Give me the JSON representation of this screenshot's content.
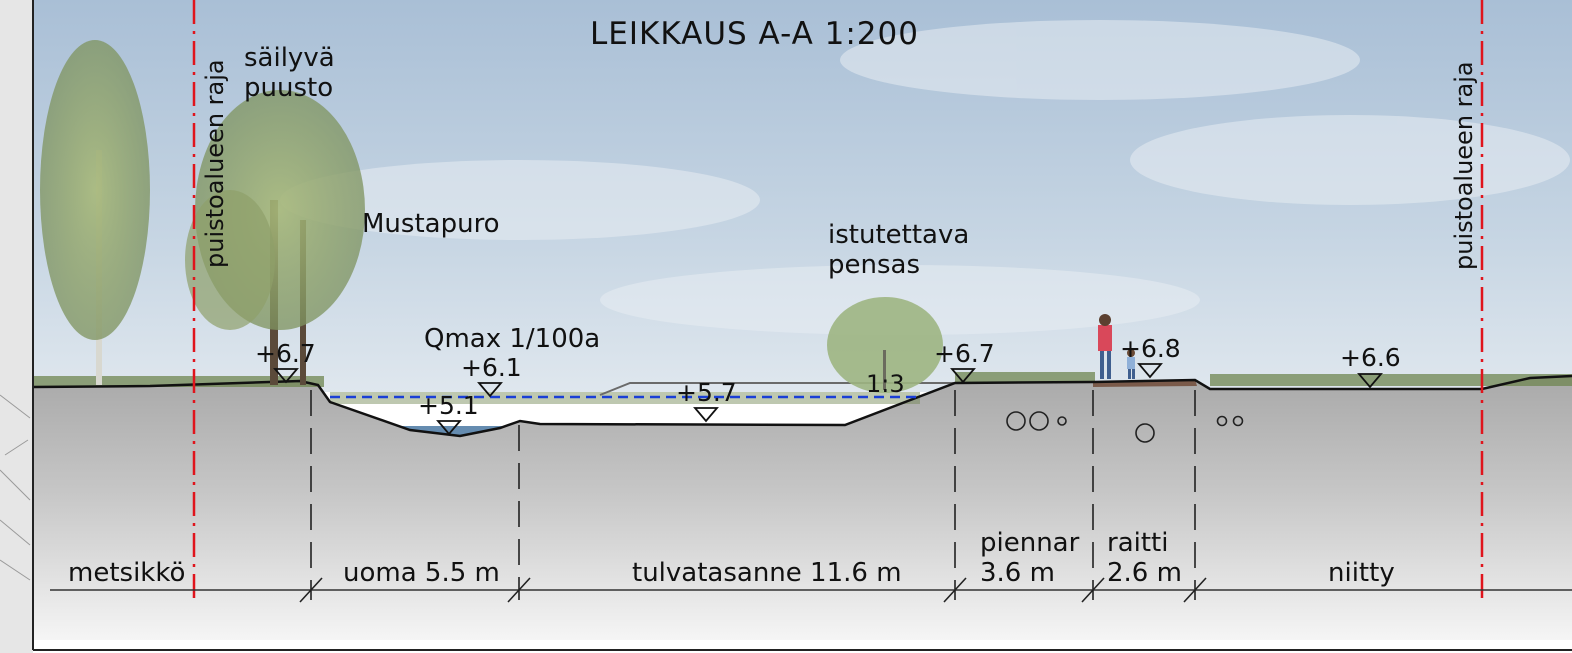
{
  "title": "LEIKKAUS A-A 1:200",
  "labels": {
    "border_left": "puistoalueen raja",
    "border_right": "puistoalueen raja",
    "kept_trees_1": "säilyvä",
    "kept_trees_2": "puusto",
    "stream": "Mustapuro",
    "flood": "Qmax 1/100a",
    "shrub_1": "istutettava",
    "shrub_2": "pensas",
    "slope": "1:3"
  },
  "levels": {
    "left_bank": "+6.7",
    "flood_level": "+6.1",
    "channel_bottom": "+5.1",
    "terrace": "+5.7",
    "right_bank": "+6.7",
    "path": "+6.8",
    "meadow": "+6.6"
  },
  "zones": {
    "forest": "metsikkö",
    "channel": "uoma 5.5 m",
    "terrace": "tulvatasanne 11.6 m",
    "verge_1": "piennar",
    "verge_2": "3.6 m",
    "path_1": "raitti",
    "path_2": "2.6 m",
    "meadow": "niitty"
  },
  "colors": {
    "sky_top": "#a9bfd6",
    "sky_bottom": "#d9e3ec",
    "ground": "#b5b5b5",
    "ground_bottom": "#f4f4f4",
    "border_line": "#e0141c",
    "flood_line": "#1a3fd6",
    "water": "#3f6f9c"
  }
}
